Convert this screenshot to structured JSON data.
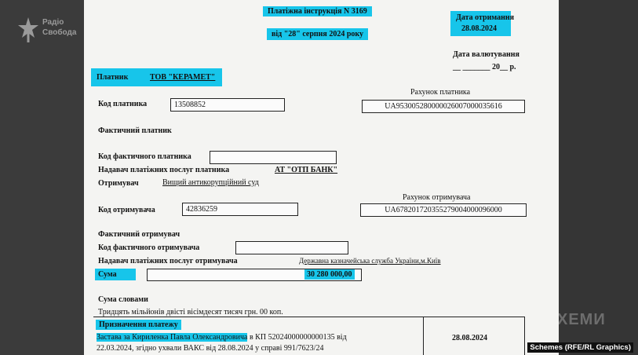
{
  "outlet": {
    "logo_text_1": "Радіо",
    "logo_text_2": "Свобода",
    "watermark": "ХЕМИ",
    "credit": "Schemes (RFE/RL Graphics)"
  },
  "doc": {
    "title": "Платіжна інструкція N 3169",
    "date_line": "від \"28\" серпня 2024 року",
    "received_label": "Дата отримання",
    "received_date": "28.08.2024",
    "value_date_label": "Дата валютування",
    "value_date_blank": "__ _______ 20__ р.",
    "payer_label": "Платник",
    "payer_name": "ТОВ \"КЕРАМЕТ\"",
    "payer_account_label": "Рахунок платника",
    "payer_code_label": "Код платника",
    "payer_code": "13508852",
    "payer_account": "UA953005280000026007000035616",
    "actual_payer_label": "Фактичний платник",
    "actual_payer_code_label": "Код фактичного платника",
    "payer_bank_label": "Надавач платіжних послуг платника",
    "payer_bank": "АТ \"ОТП БАНК\"",
    "recipient_label": "Отримувач",
    "recipient_name": "Вищий антикорупційний суд",
    "recipient_account_label": "Рахунок отримувача",
    "recipient_code_label": "Код отримувача",
    "recipient_code": "42836259",
    "recipient_account": "UA678201720355279004000096000",
    "actual_recipient_label": "Фактичний отримувач",
    "actual_recipient_code_label": "Код фактичного отримувача",
    "recipient_bank_label": "Надавач платіжних послуг отримувача",
    "recipient_bank": "Державна казначейська служба України,м.Київ",
    "amount_label": "Сума",
    "amount": "30 280 000,00",
    "amount_words_label": "Сума словами",
    "amount_words": "Тридцять мільйонів двісті вісімдесят тисяч грн. 00 коп.",
    "purpose_label": "Призначення платежу",
    "purpose_highlight": "Застава за Кириленка Павла Олександровича",
    "purpose_rest_1": " в КП 52024000000000135 від",
    "purpose_line_2": "22.03.2024, згідно ухвали ВАКС від 28.08.2024 у справі 991/7623/24",
    "purpose_date": "28.08.2024"
  }
}
